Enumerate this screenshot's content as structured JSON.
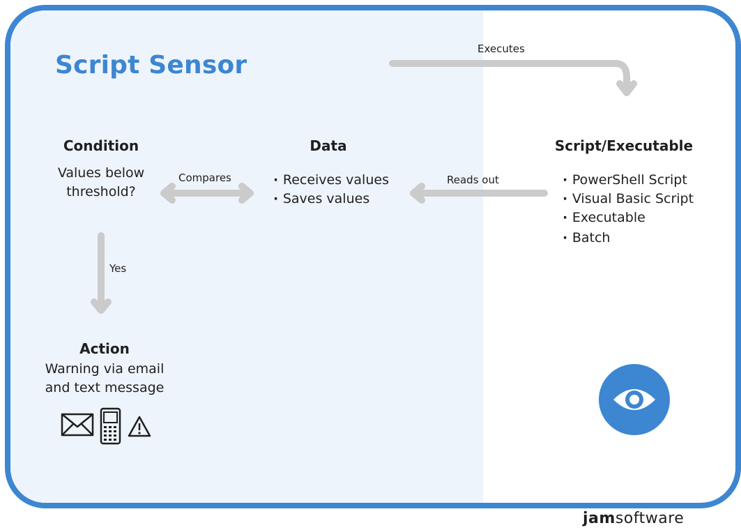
{
  "diagram": {
    "title": "Script Sensor",
    "condition": {
      "heading": "Condition",
      "line1": "Values below",
      "line2": "threshold?"
    },
    "data": {
      "heading": "Data",
      "items": [
        "Receives values",
        "Saves values"
      ]
    },
    "script": {
      "heading": "Script/Executable",
      "items": [
        "PowerShell Script",
        "Visual Basic Script",
        "Executable",
        "Batch"
      ]
    },
    "action": {
      "heading": "Action",
      "line1": "Warning via email",
      "line2": "and text message"
    },
    "arrows": {
      "executes": "Executes",
      "compares": "Compares",
      "reads_out": "Reads out",
      "yes": "Yes"
    },
    "icons": [
      "envelope-icon",
      "mobile-phone-icon",
      "warning-icon",
      "eye-icon"
    ],
    "colors": {
      "accent": "#3d86d1",
      "tint": "#eef4fc",
      "arrow": "#cbcbcb"
    }
  },
  "footer": {
    "logo_bold": "jam",
    "logo_light": "software"
  }
}
